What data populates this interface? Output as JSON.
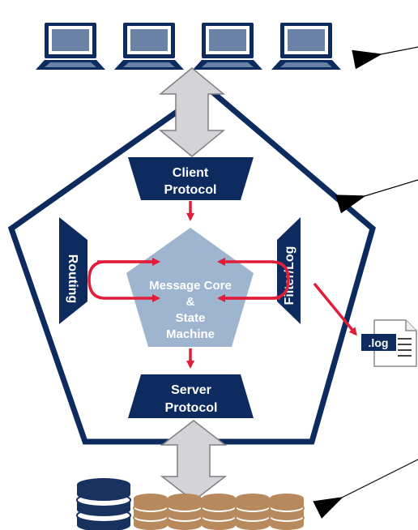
{
  "labels": {
    "client_protocol": [
      "Client",
      "Protocol"
    ],
    "server_protocol": [
      "Server",
      "Protocol"
    ],
    "message_core": [
      "Message Core",
      "&",
      "State",
      "Machine"
    ],
    "routing": "Routing",
    "filter_log": "Filter/Log",
    "log_file": ".log"
  },
  "counts": {
    "laptops": 4,
    "databases": 6
  },
  "colors": {
    "navy": "#0d2b5e",
    "core": "#9fb4ce",
    "red_arrow": "#e11d3a",
    "grey_arrow": "#d4d4d6",
    "laptop_screen": "#6a82a6",
    "db_navy": "#17325e",
    "db_bronze": "#b8895c"
  },
  "icons": [
    "laptop-icon",
    "database-icon",
    "log-file-icon",
    "pointer-arrow-icon"
  ]
}
